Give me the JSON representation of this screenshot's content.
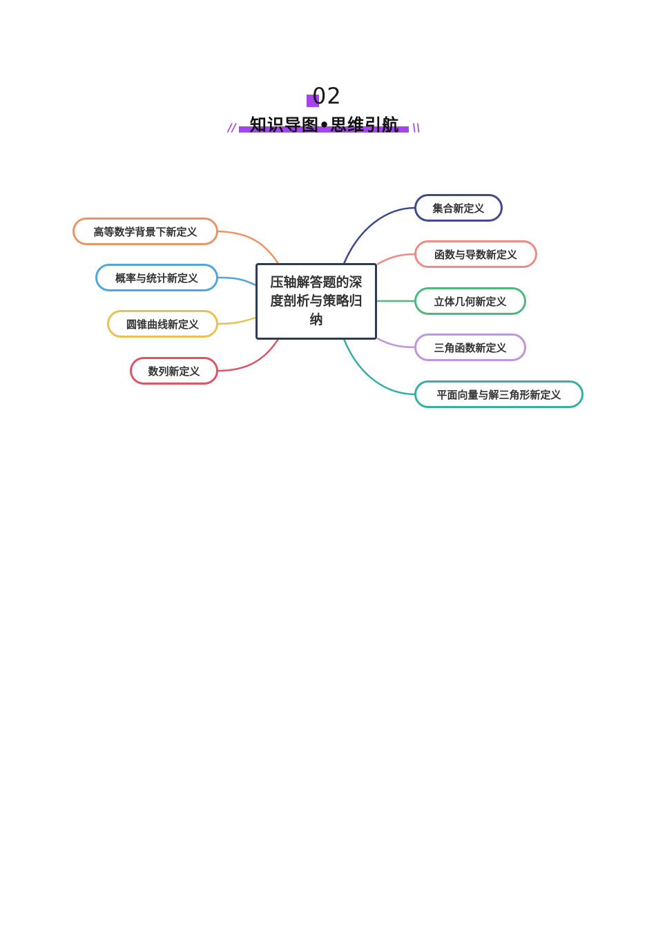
{
  "header": {
    "number": "02",
    "title": "知识导图•思维引航",
    "accent_color": "#a445f0"
  },
  "mindmap": {
    "center": {
      "label": "压轴解答题的深度剖析与策略归纳",
      "border_color": "#2a3c52"
    },
    "left_branches": [
      {
        "label": "高等数学背景下新定义",
        "color": "#ec9366"
      },
      {
        "label": "概率与统计新定义",
        "color": "#4fa5dc"
      },
      {
        "label": "圆锥曲线新定义",
        "color": "#ecc04e"
      },
      {
        "label": "数列新定义",
        "color": "#dc5566"
      }
    ],
    "right_branches": [
      {
        "label": "集合新定义",
        "color": "#3f4a8a"
      },
      {
        "label": "函数与导数新定义",
        "color": "#f08a84"
      },
      {
        "label": "立体几何新定义",
        "color": "#4db87e"
      },
      {
        "label": "三角函数新定义",
        "color": "#c095dc"
      },
      {
        "label": "平面向量与解三角形新定义",
        "color": "#36aea4"
      }
    ]
  }
}
